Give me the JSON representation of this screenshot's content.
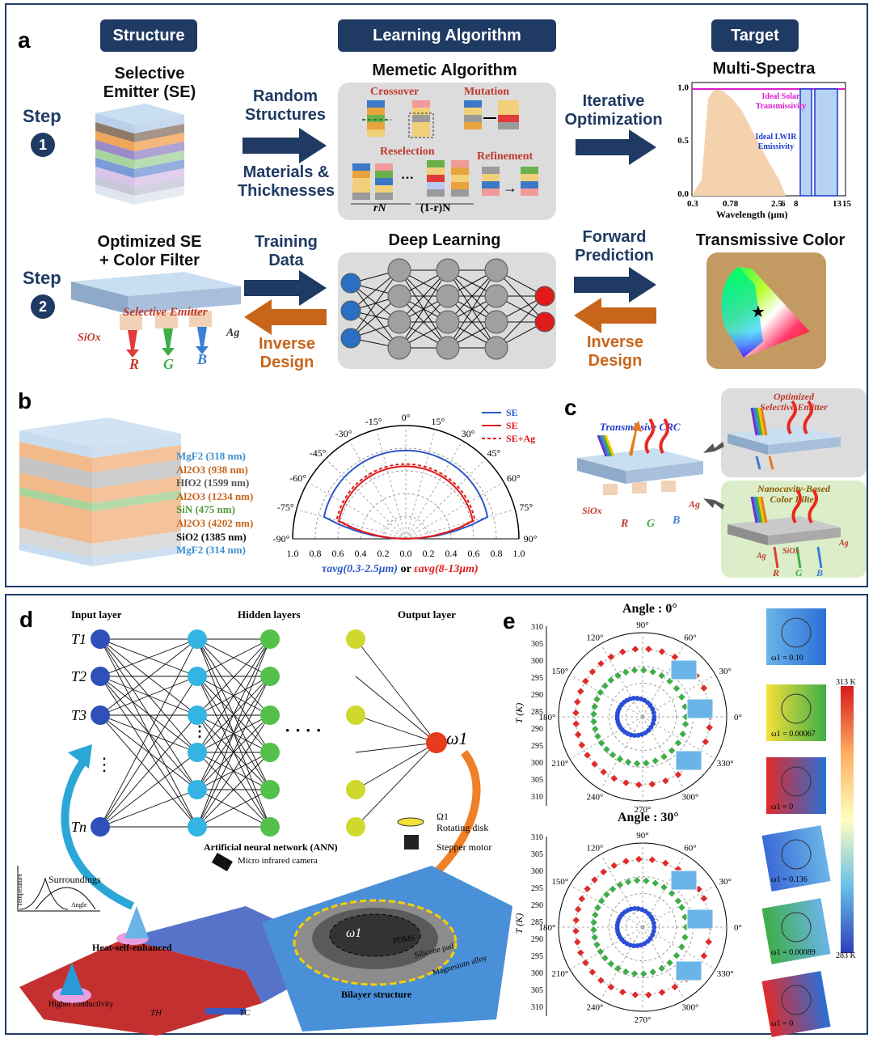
{
  "panel_a": {
    "letter": "a",
    "headers": {
      "structure": "Structure",
      "learning": "Learning Algorithm",
      "target": "Target"
    },
    "step1_label": "Step",
    "step1_num": "1",
    "step2_label": "Step",
    "step2_num": "2",
    "se_title": "Selective\nEmitter (SE)",
    "random_structures": "Random\nStructures",
    "materials": "Materials &\nThicknesses",
    "memetic_title": "Memetic Algorithm",
    "crossover": "Crossover",
    "mutation": "Mutation",
    "reselection": "Reselection",
    "refinement": "Refinement",
    "rn": "rN",
    "dots": "···",
    "one_minus_rn": "(1-r)N",
    "iterative": "Iterative\nOptimization",
    "multispectra_title": "Multi-Spectra",
    "ideal_solar": "Ideal Solar\nTransmissivity",
    "ideal_lwir": "Ideal LWIR\nEmissivity",
    "wavelength_label": "Wavelength (μm)",
    "xticks": [
      "0.3",
      "0.78",
      "2.5",
      "6",
      "8",
      "13",
      "15"
    ],
    "yticks": [
      "1.0",
      "0.5",
      "0.0"
    ],
    "optimized_se": "Optimized SE\n+ Color Filter",
    "training": "Training\nData",
    "deep_learning_title": "Deep Learning",
    "forward": "Forward\nPrediction",
    "transmissive_color": "Transmissive Color",
    "inverse1": "Inverse\nDesign",
    "inverse2": "Inverse\nDesign",
    "selective_emitter_lbl": "Selective Emitter",
    "sio": "SiOx",
    "ag": "Ag",
    "r": "R",
    "g": "G",
    "b": "B"
  },
  "panel_b": {
    "letter": "b",
    "layers": [
      {
        "text": "MgF2 (318 nm)",
        "color": "#3d8fd1"
      },
      {
        "text": "Al2O3 (938 nm)",
        "color": "#c8651b"
      },
      {
        "text": "HfO2 (1599 nm)",
        "color": "#555555"
      },
      {
        "text": "Al2O3 (1234 nm)",
        "color": "#c8651b"
      },
      {
        "text": "SiN (475 nm)",
        "color": "#4f9a3a"
      },
      {
        "text": "Al2O3 (4202 nm)",
        "color": "#c8651b"
      },
      {
        "text": "SiO2 (1385 nm)",
        "color": "#111111"
      },
      {
        "text": "MgF2 (314 nm)",
        "color": "#3d8fd1"
      }
    ],
    "angle_labels": [
      "0°",
      "15°",
      "30°",
      "45°",
      "60°",
      "75°",
      "90°",
      "-15°",
      "-30°",
      "-45°",
      "-60°",
      "-75°",
      "-90°"
    ],
    "radial_ticks": [
      "1.0",
      "0.8",
      "0.6",
      "0.4",
      "0.2",
      "0.0",
      "0.2",
      "0.4",
      "0.6",
      "0.8",
      "1.0"
    ],
    "legend": [
      {
        "name": "SE",
        "color": "#2b57c9"
      },
      {
        "name": "SE",
        "color": "#e01b1b"
      },
      {
        "name": "SE+Ag",
        "color": "#e01b1b"
      }
    ],
    "xlabel_tau": "τavg(0.3-2.5μm)",
    "xlabel_or": "or",
    "xlabel_eps": "εavg(8-13μm)"
  },
  "panel_c": {
    "letter": "c",
    "transmissive_crc": "Transmissive CRC",
    "optimized": "Optimized\nSelective Emitter",
    "nanocavity": "Nanocavity-Based\nColor Filter",
    "sio": "SiOx",
    "ag": "Ag",
    "r": "R",
    "g": "G",
    "b": "B"
  },
  "panel_d": {
    "letter": "d",
    "input_layer": "Input layer",
    "hidden_layers": "Hidden layers",
    "output_layer": "Output layer",
    "inputs": [
      "T1",
      "T2",
      "T3",
      "Tn"
    ],
    "output": "ω1",
    "ann": "Artificial neural network (ANN)",
    "omega_label": "Ω1",
    "rotating_disk": "Rotating disk",
    "stepper_motor": "Stepper motor",
    "micro_camera": "Micro infrared camera",
    "surroundings": "Surroundings",
    "temperature": "Temperature",
    "angle": "Angle",
    "heat_self": "Heat-self-enhanced",
    "higher_conductivity": "Higher conductivity",
    "bilayer": "Bilayer structure",
    "pdms": "PDMS",
    "silicone": "Silicone pad",
    "magnesium": "Magnesium alloy",
    "th": "TH",
    "tc": "TC"
  },
  "panel_e": {
    "letter": "e",
    "angle0_title": "Angle :  0°",
    "angle30_title": "Angle :  30°",
    "t_axis": "T (K)",
    "radial_ticks": [
      "310",
      "305",
      "300",
      "295",
      "290",
      "285",
      "290",
      "295",
      "300",
      "305",
      "310"
    ],
    "polar_angles": [
      "90°",
      "60°",
      "30°",
      "0°",
      "330°",
      "300°",
      "270°",
      "240°",
      "210°",
      "180°",
      "150°",
      "120°"
    ],
    "colorbar_top": "313 K",
    "colorbar_bottom": "283 K",
    "omegas_top": [
      "ω1 = 0.10",
      "ω1 = 0.00067",
      "ω1 = 0"
    ],
    "omegas_bottom": [
      "ω1 = 0.136",
      "ω1 = 0.00089",
      "ω1 = 0"
    ]
  },
  "colors": {
    "navy": "#1f3a63",
    "orange": "#c8651b",
    "panel_border": "#1f3d66"
  }
}
